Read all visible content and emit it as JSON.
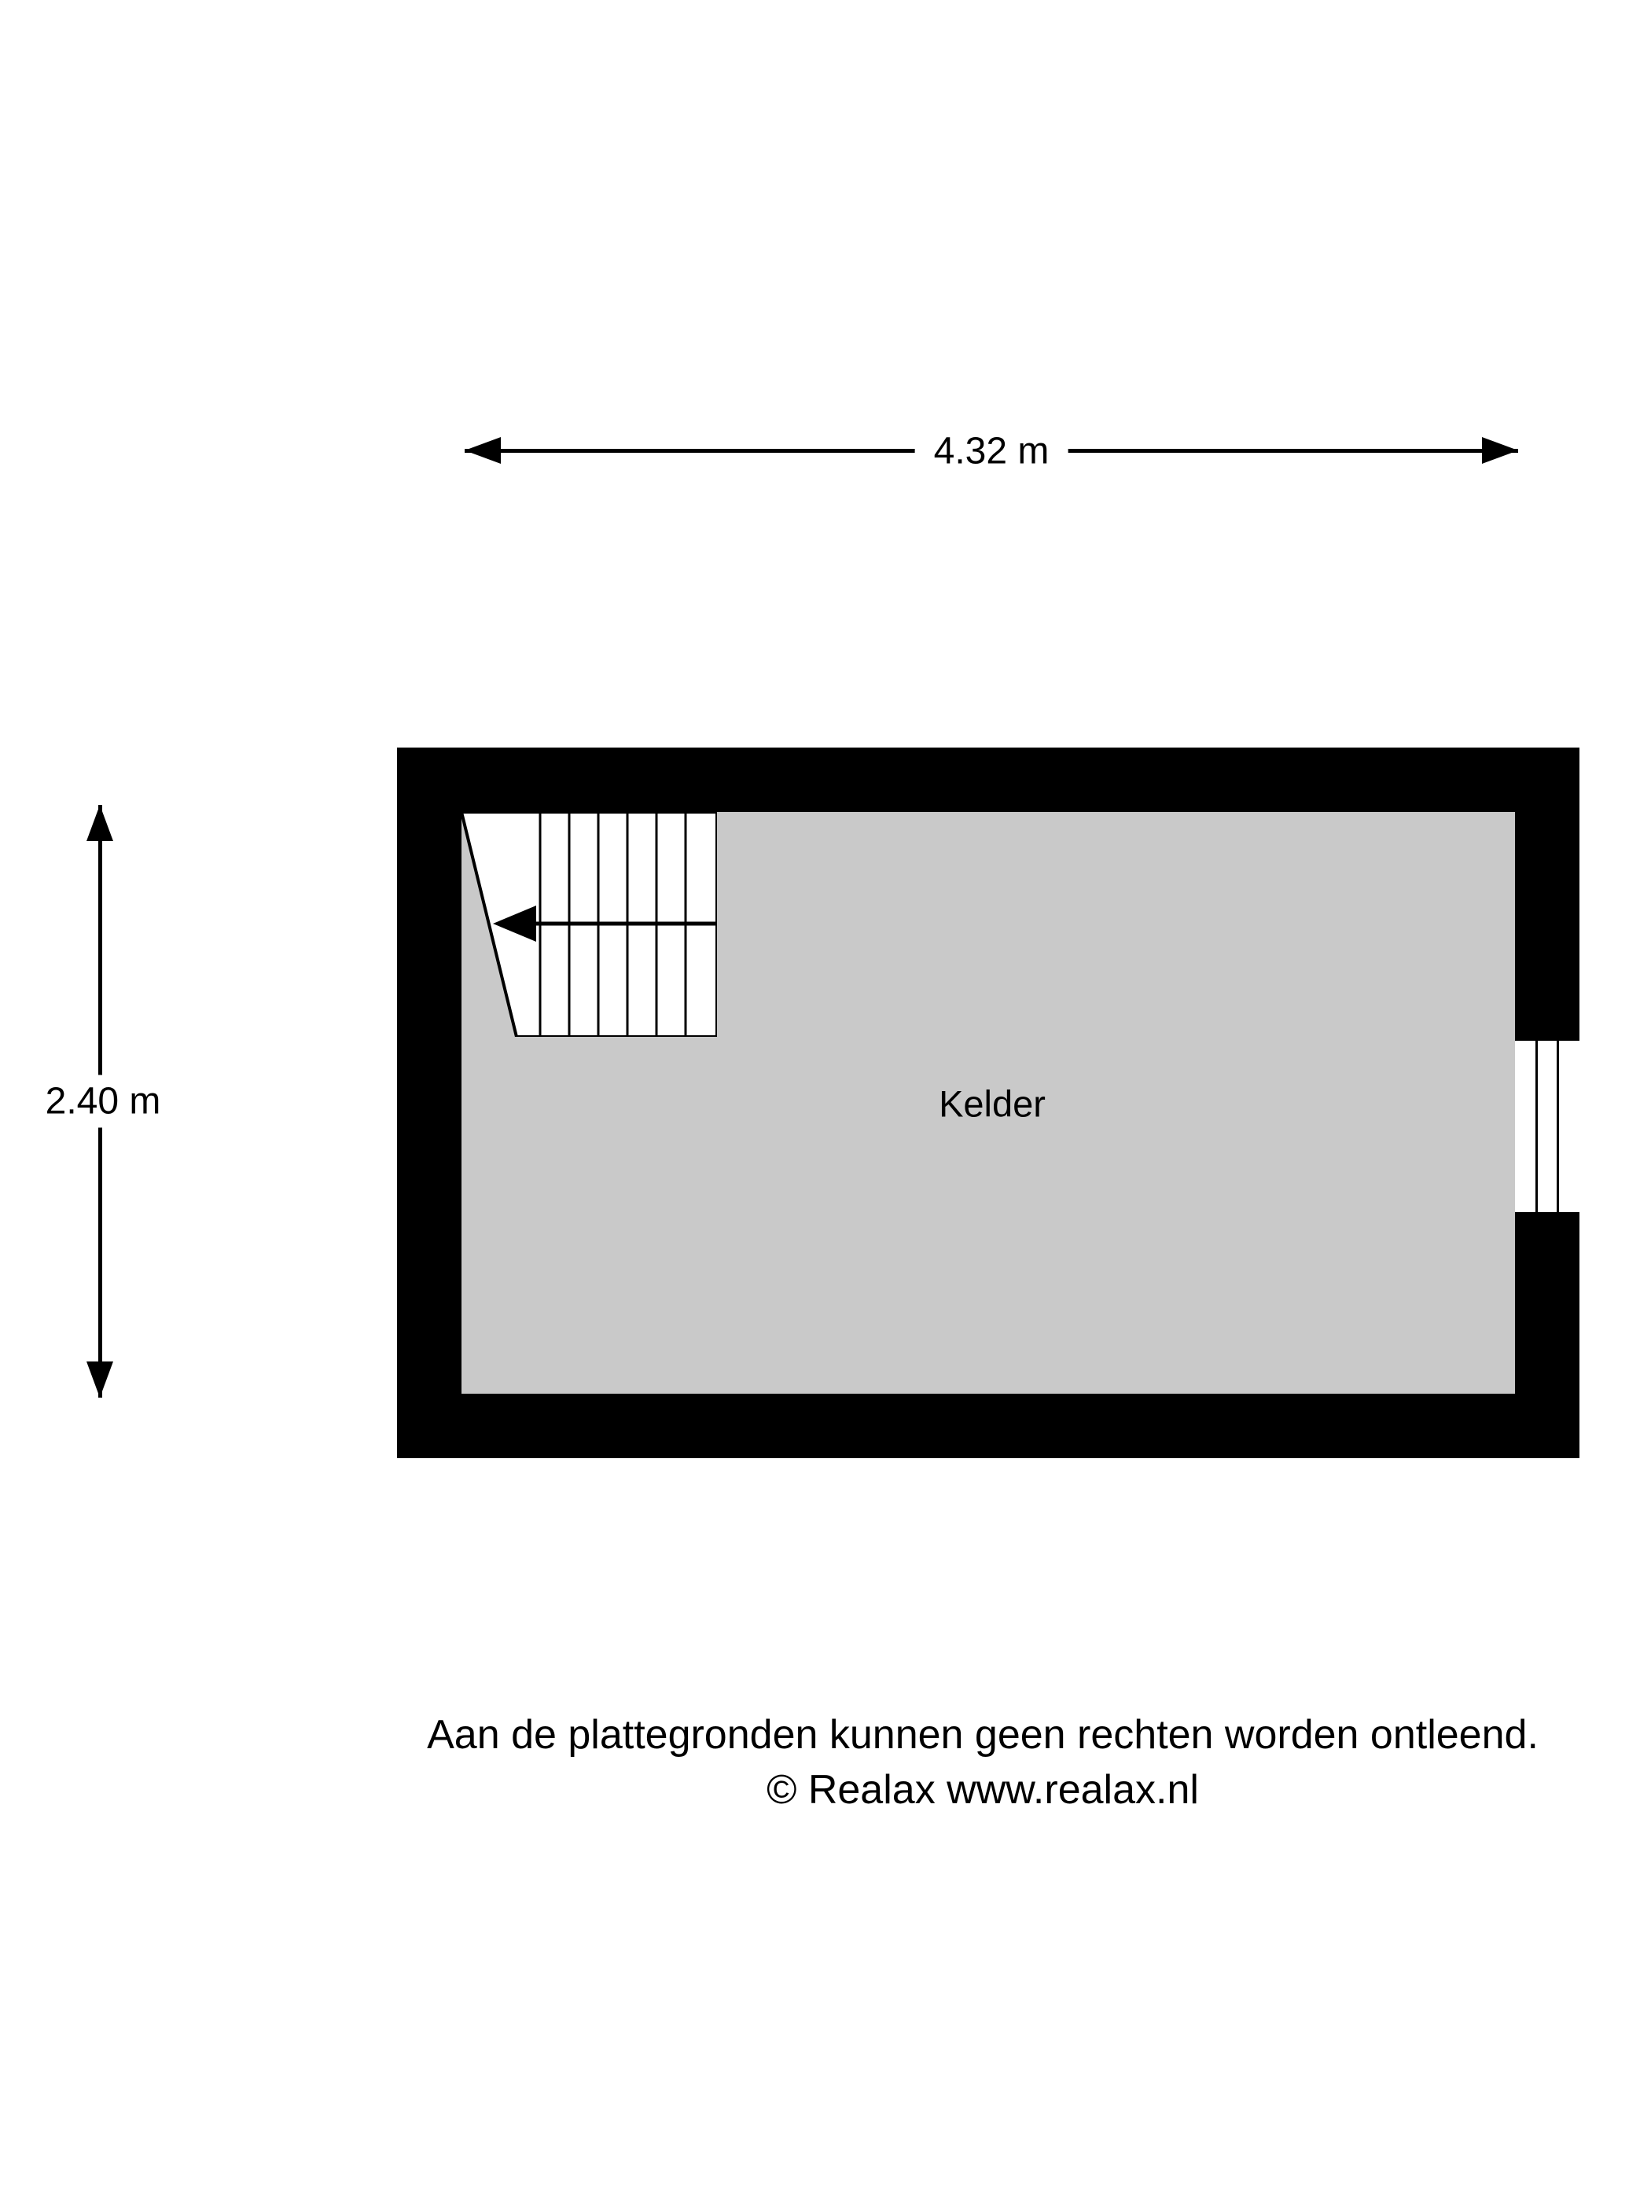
{
  "floorplan": {
    "room_label": "Kelder",
    "width_label": "4.32 m",
    "height_label": "2.40 m"
  },
  "footer": {
    "line1": "Aan de plattegronden kunnen geen rechten worden ontleend.",
    "line2": "© Realax www.realax.nl"
  },
  "colors": {
    "wall": "#000000",
    "floor": "#c9c9c9",
    "background": "#ffffff",
    "line": "#000000"
  }
}
